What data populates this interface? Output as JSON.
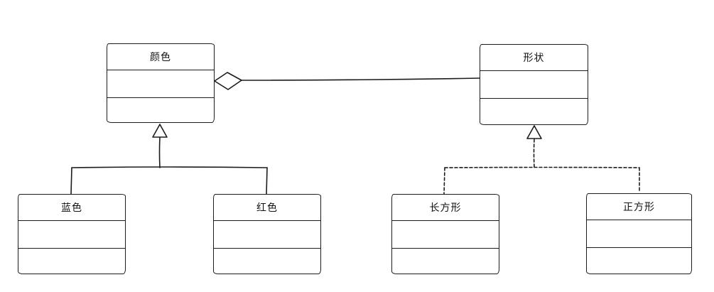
{
  "diagram": {
    "type": "uml-class-diagram",
    "background_color": "#ffffff",
    "stroke_color": "#1c1c1c",
    "box_fill_color": "#ffffff",
    "style": "hand-drawn-sketch",
    "classes": {
      "color": {
        "name": "颜色",
        "attributes": [],
        "methods": []
      },
      "shape": {
        "name": "形状",
        "attributes": [],
        "methods": []
      },
      "blue": {
        "name": "蓝色",
        "attributes": [],
        "methods": []
      },
      "red": {
        "name": "红色",
        "attributes": [],
        "methods": []
      },
      "rectangle": {
        "name": "长方形",
        "attributes": [],
        "methods": []
      },
      "square": {
        "name": "正方形",
        "attributes": [],
        "methods": []
      }
    },
    "relationships": [
      {
        "type": "aggregation",
        "source": "形状",
        "target": "颜色",
        "line_style": "solid",
        "marker": "hollow-diamond-at-target"
      },
      {
        "type": "generalization",
        "source": "蓝色",
        "target": "颜色",
        "line_style": "solid",
        "marker": "hollow-triangle-at-target"
      },
      {
        "type": "generalization",
        "source": "红色",
        "target": "颜色",
        "line_style": "solid",
        "marker": "hollow-triangle-at-target"
      },
      {
        "type": "realization",
        "source": "长方形",
        "target": "形状",
        "line_style": "dashed",
        "marker": "hollow-triangle-at-target"
      },
      {
        "type": "realization",
        "source": "正方形",
        "target": "形状",
        "line_style": "dashed",
        "marker": "hollow-triangle-at-target"
      }
    ]
  }
}
